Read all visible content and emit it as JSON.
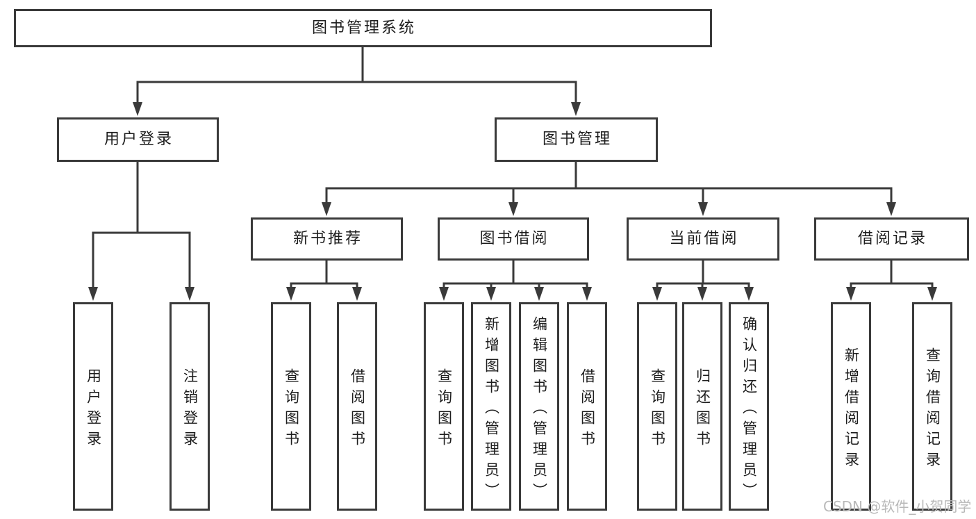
{
  "diagram": {
    "root": {
      "label": "图书管理系统"
    },
    "branches": [
      {
        "label": "用户登录",
        "children": [
          {
            "label": "用户登录"
          },
          {
            "label": "注销登录"
          }
        ]
      },
      {
        "label": "图书管理",
        "children": [
          {
            "label": "新书推荐",
            "children": [
              {
                "label": "查询图书"
              },
              {
                "label": "借阅图书"
              }
            ]
          },
          {
            "label": "图书借阅",
            "children": [
              {
                "label": "查询图书"
              },
              {
                "label": "新增图书（管理员）"
              },
              {
                "label": "编辑图书（管理员）"
              },
              {
                "label": "借阅图书"
              }
            ]
          },
          {
            "label": "当前借阅",
            "children": [
              {
                "label": "查询图书"
              },
              {
                "label": "归还图书"
              },
              {
                "label": "确认归还（管理员）"
              }
            ]
          },
          {
            "label": "借阅记录",
            "children": [
              {
                "label": "新增借阅记录"
              },
              {
                "label": "查询借阅记录"
              }
            ]
          }
        ]
      }
    ],
    "colors": {
      "line": "#3a3a3a",
      "text": "#1d1d1d",
      "background": "#ffffff"
    }
  },
  "watermark": {
    "text": "CSDN @软件_小贺同学",
    "color": "#b9b9b9"
  }
}
